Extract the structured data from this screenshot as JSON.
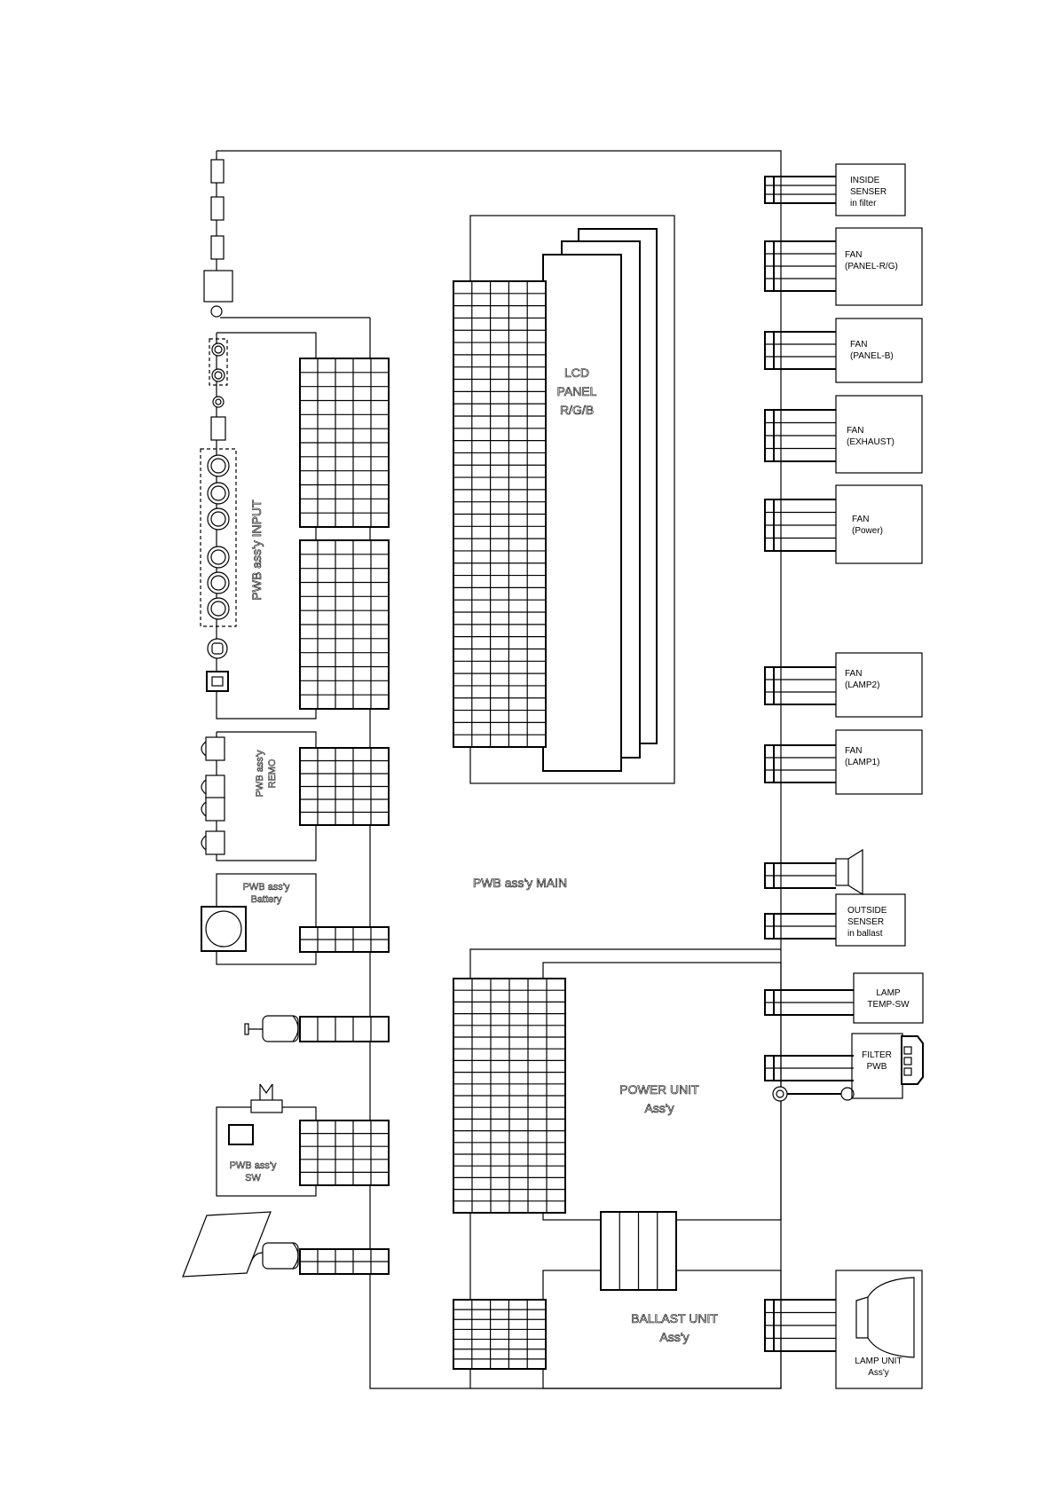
{
  "main_board": "PWB ass'y MAIN",
  "lcd_panel": [
    "LCD",
    "PANEL",
    "R/G/B"
  ],
  "input_board": "PWB ass'y INPUT",
  "remo_board": [
    "PWB ass'y",
    "REMO"
  ],
  "battery_board": [
    "PWB ass'y",
    "Battery"
  ],
  "sw_board": [
    "PWB ass'y",
    "SW"
  ],
  "power_unit": [
    "POWER UNIT",
    "Ass'y"
  ],
  "ballast_unit": [
    "BALLAST UNIT",
    "Ass'y"
  ],
  "right_components": {
    "inside_sensor": [
      "INSIDE",
      "SENSER",
      "in filter"
    ],
    "fan_panel_rg": [
      "FAN",
      "(PANEL-R/G)"
    ],
    "fan_panel_b": [
      "FAN",
      "(PANEL-B)"
    ],
    "fan_exhaust": [
      "FAN",
      "(EXHAUST)"
    ],
    "fan_power": [
      "FAN",
      "(Power)"
    ],
    "fan_lamp2": [
      "FAN",
      "(LAMP2)"
    ],
    "fan_lamp1": [
      "FAN",
      "(LAMP1)"
    ],
    "outside_sensor": [
      "OUTSIDE",
      "SENSER",
      "in ballast"
    ],
    "lamp_temp_sw": [
      "LAMP",
      "TEMP-SW"
    ],
    "filter_pwb": [
      "FILTER",
      "PWB"
    ],
    "lamp_unit": [
      "LAMP UNIT",
      "Ass'y"
    ]
  }
}
